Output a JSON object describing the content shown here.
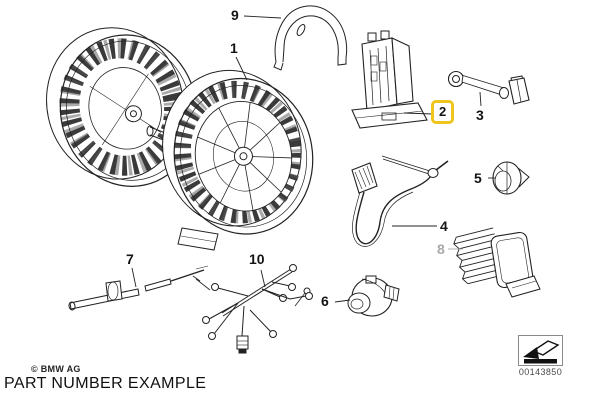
{
  "diagram": {
    "callouts": [
      {
        "label": "1",
        "part": "blower-wheels",
        "highlighted": false,
        "muted": false
      },
      {
        "label": "2",
        "part": "blower-regulator",
        "highlighted": true,
        "muted": false
      },
      {
        "label": "3",
        "part": "actuating-rod",
        "highlighted": false,
        "muted": false
      },
      {
        "label": "4",
        "part": "temperature-sensor",
        "highlighted": false,
        "muted": false
      },
      {
        "label": "5",
        "part": "clip",
        "highlighted": false,
        "muted": false
      },
      {
        "label": "6",
        "part": "actuator-motor",
        "highlighted": false,
        "muted": false
      },
      {
        "label": "7",
        "part": "sensor-tube",
        "highlighted": false,
        "muted": false
      },
      {
        "label": "8",
        "part": "blower-resistor",
        "highlighted": false,
        "muted": true
      },
      {
        "label": "9",
        "part": "mounting-bracket",
        "highlighted": false,
        "muted": false
      },
      {
        "label": "10",
        "part": "wiring-harness",
        "highlighted": false,
        "muted": false
      }
    ],
    "colors": {
      "highlight_box": "#EEC41E",
      "muted_label": "#A8A8A8",
      "line_art": "#222222"
    },
    "stamp": {
      "number": "00143850",
      "icon": "arrow-down-left-icon"
    },
    "footer": {
      "copyright": "© BMW AG",
      "caption": "PART NUMBER EXAMPLE"
    }
  }
}
